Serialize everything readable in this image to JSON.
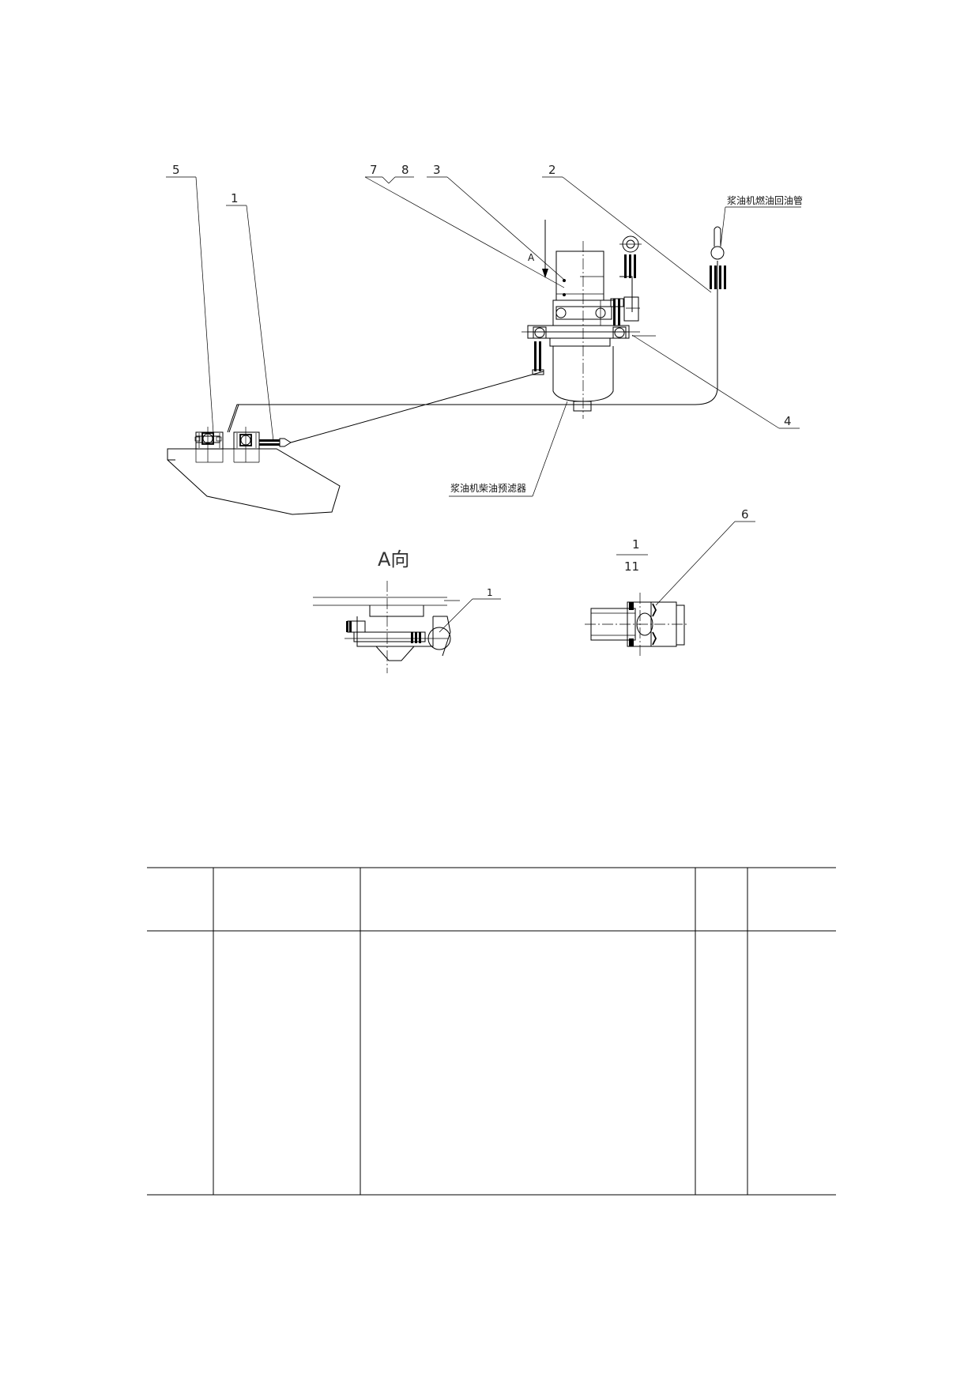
{
  "balloons": {
    "b5": "5",
    "b1": "1",
    "b7": "7",
    "b8": "8",
    "b3": "3",
    "b2": "2",
    "b4": "4",
    "b6": "6"
  },
  "labels": {
    "return_pipe": "浆油机燃油回油管",
    "prefilter": "浆油机柴油预滤器",
    "view_arrow": "A",
    "view_a_title": "A向",
    "detail_num": "1",
    "detail_den": "11",
    "view_a_callout": "1"
  },
  "table": {
    "columns": 5,
    "header_rows": 1,
    "body_rows": 1
  }
}
